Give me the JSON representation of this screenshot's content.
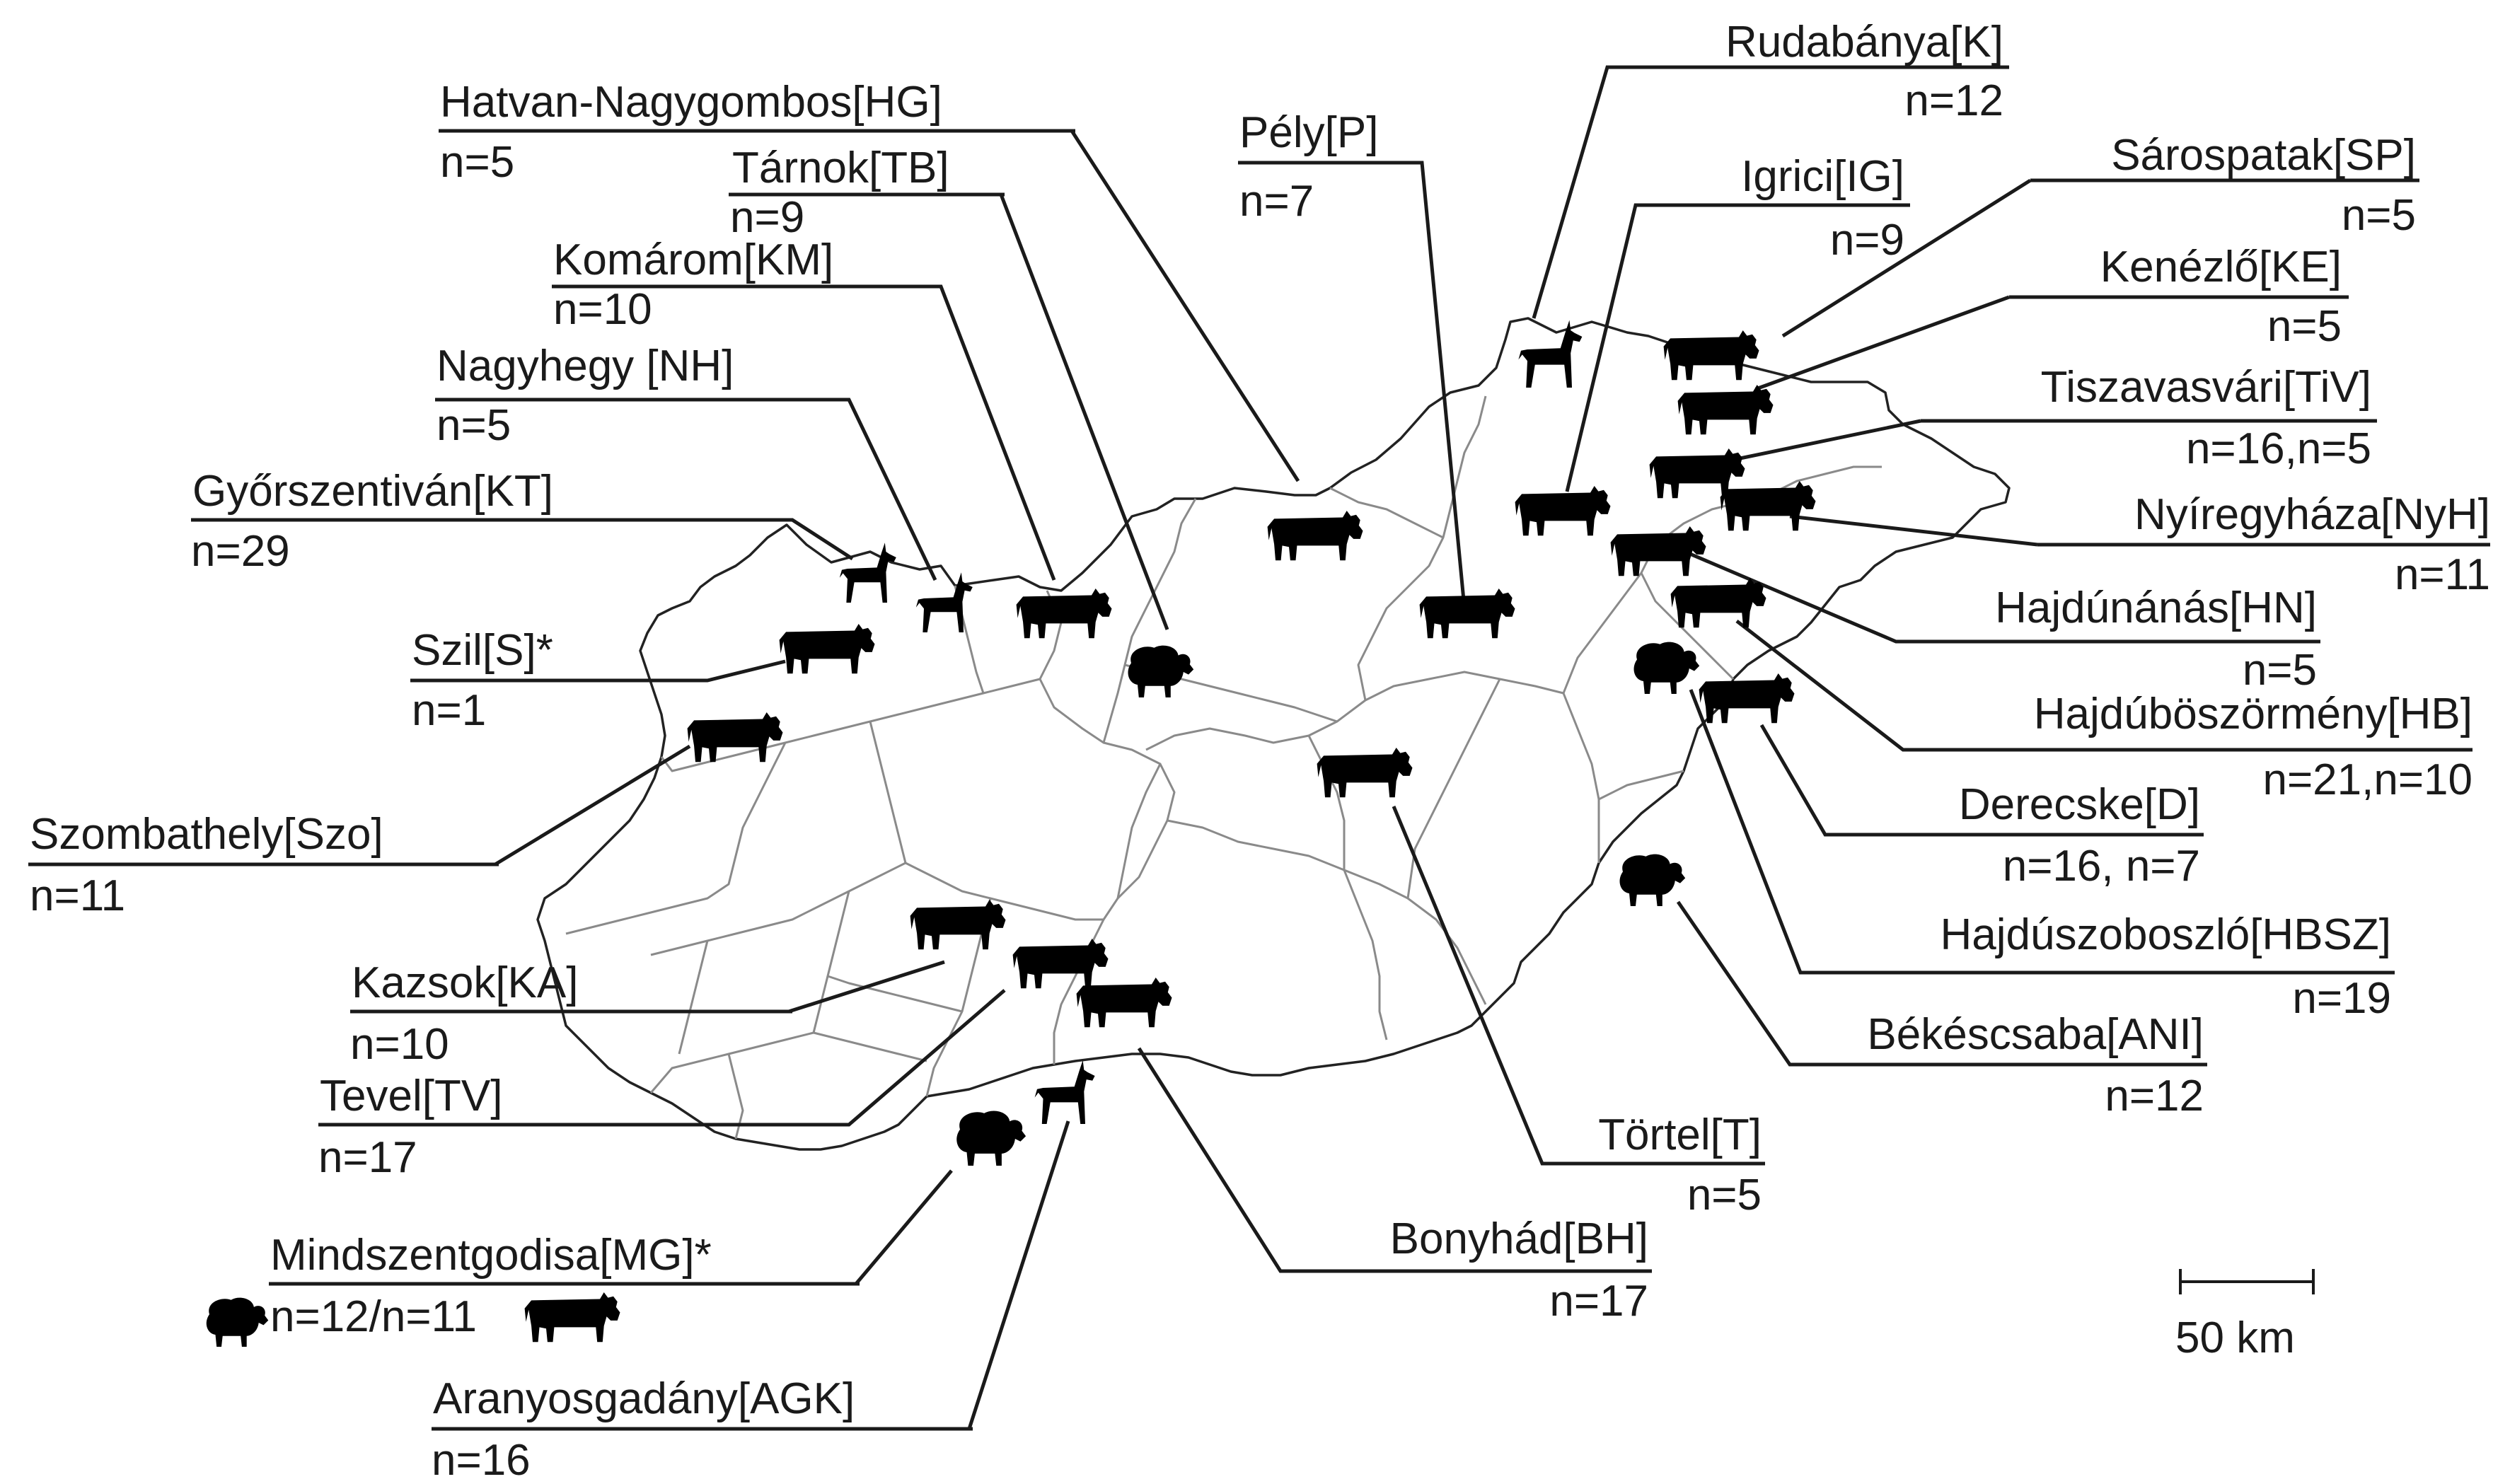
{
  "sites": [
    {
      "key": "rudabanya",
      "name": "Rudabánya[K]",
      "n": "n=12",
      "animal": "goat"
    },
    {
      "key": "hatvan",
      "name": "Hatvan-Nagygombos[HG]",
      "n": "n=5",
      "animal": "cattle"
    },
    {
      "key": "pely",
      "name": "Pély[P]",
      "n": "n=7",
      "animal": "cattle"
    },
    {
      "key": "tarnok",
      "name": "Tárnok[TB]",
      "n": "n=9",
      "animal": "sheep"
    },
    {
      "key": "igrici",
      "name": "Igrici[IG]",
      "n": "n=9",
      "animal": "cattle"
    },
    {
      "key": "sarospatak",
      "name": "Sárospatak[SP]",
      "n": "n=5",
      "animal": "cattle"
    },
    {
      "key": "komarom",
      "name": "Komárom[KM]",
      "n": "n=10",
      "animal": "cattle"
    },
    {
      "key": "kenezlo",
      "name": "Kenézlő[KE]",
      "n": "n=5",
      "animal": "cattle"
    },
    {
      "key": "nagyhegy",
      "name": "Nagyhegy [NH]",
      "n": "n=5",
      "animal": "goat"
    },
    {
      "key": "tiszavasvari",
      "name": "Tiszavasvári[TiV]",
      "n": "n=16,n=5",
      "animal": "cattle"
    },
    {
      "key": "gyorszentivan",
      "name": "Győrszentiván[KT]",
      "n": "n=29",
      "animal": "goat"
    },
    {
      "key": "nyiregyhaza",
      "name": "Nyíregyháza[NyH]",
      "n": "n=11",
      "animal": "cattle"
    },
    {
      "key": "szil",
      "name": "Szil[S]*",
      "n": "n=1",
      "animal": "cattle"
    },
    {
      "key": "hajdunanas",
      "name": "Hajdúnánás[HN]",
      "n": "n=5",
      "animal": "cattle"
    },
    {
      "key": "hajduboszormeny",
      "name": "Hajdúböszörmény[HB]",
      "n": "n=21,n=10",
      "animal": "cattle"
    },
    {
      "key": "szombathely",
      "name": "Szombathely[Szo]",
      "n": "n=11",
      "animal": "cattle"
    },
    {
      "key": "derecske",
      "name": "Derecske[D]",
      "n": "n=16, n=7",
      "animal": "cattle"
    },
    {
      "key": "hajduszoboszlo",
      "name": "Hajdúszoboszló[HBSZ]",
      "n": "n=19",
      "animal": "sheep"
    },
    {
      "key": "kazsok",
      "name": "Kazsok[KA]",
      "n": "n=10",
      "animal": "cattle"
    },
    {
      "key": "bekescsaba",
      "name": "Békéscsaba[ANI]",
      "n": "n=12",
      "animal": "sheep"
    },
    {
      "key": "tevel",
      "name": "Tevel[TV]",
      "n": "n=17",
      "animal": "cattle"
    },
    {
      "key": "tortel",
      "name": "Törtel[T]",
      "n": "n=5",
      "animal": "cattle"
    },
    {
      "key": "bonyhad",
      "name": "Bonyhád[BH]",
      "n": "n=17",
      "animal": "cattle"
    },
    {
      "key": "mindszentgodisa",
      "name": "Mindszentgodisa[MG]*",
      "n": "n=12/n=11",
      "animal": "sheep+cattle"
    },
    {
      "key": "aranyosgadany",
      "name": "Aranyosgadány[AGK]",
      "n": "n=16",
      "animal": "goat"
    }
  ],
  "scale_bar": {
    "label": "50 km"
  }
}
